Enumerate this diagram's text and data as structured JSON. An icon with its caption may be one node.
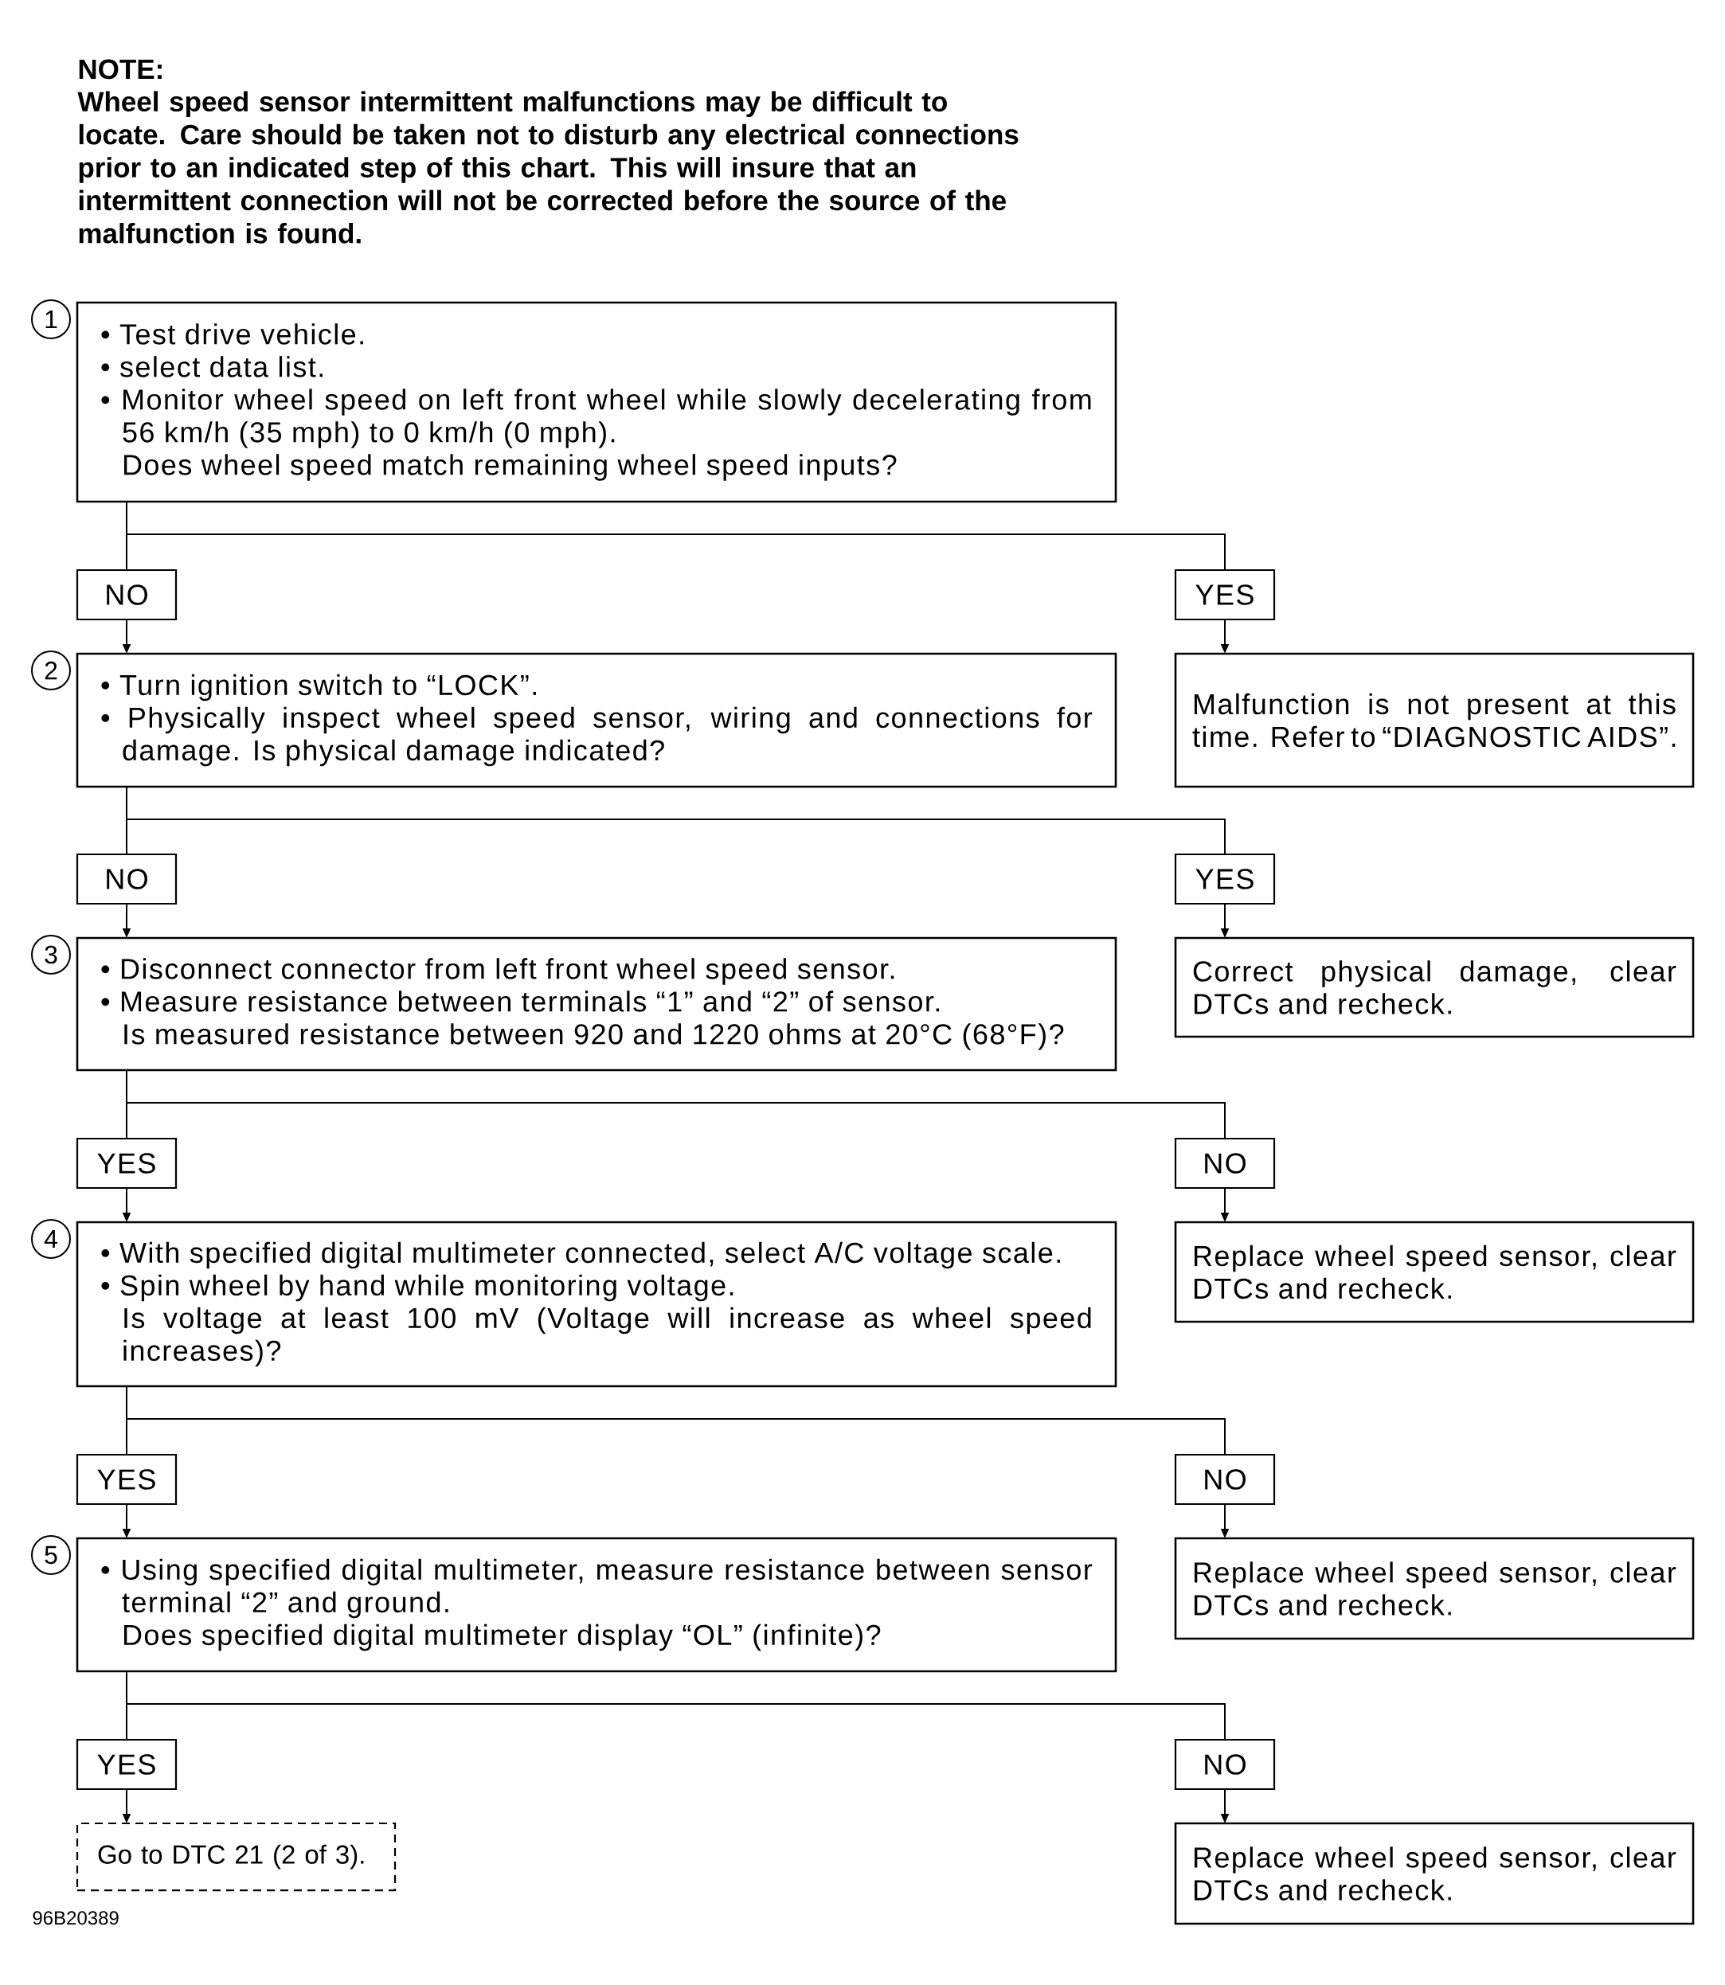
{
  "diagram": {
    "nodes": [
      {
        "text": [
          "• Test drive vehicle.",
          "• select data list.",
          "• Monitor wheel speed on left front wheel while slowly decelerating from 56 km/h (35 mph) to 0 km/h (0 mph).",
          "Does wheel speed match remaining wheel speed inputs?"
        ],
        "beside": [
          "1"
        ]
      },
      {
        "text": [
          "NO"
        ]
      },
      {
        "text": [
          "YES"
        ]
      },
      {
        "text": [
          "• Turn ignition switch to “LOCK”.",
          "• Physically inspect wheel speed sensor, wiring and connections for damage. Is physical damage indicated?"
        ],
        "beside": [
          "2"
        ]
      },
      {
        "text": [
          "Malfunction is not present at this time. Refer to “DIAGNOSTIC AIDS”."
        ]
      },
      {
        "text": [
          "NO"
        ]
      },
      {
        "text": [
          "YES"
        ]
      },
      {
        "text": [
          "• Disconnect connector from left front wheel speed sensor.",
          "• Measure resistance between terminals “1” and “2” of sensor.",
          "Is measured resistance between 920 and 1220 ohms at 20°C (68°F)?"
        ],
        "beside": [
          "3"
        ]
      },
      {
        "text": [
          "Correct physical damage, clear DTCs and recheck."
        ]
      },
      {
        "text": [
          "YES"
        ]
      },
      {
        "text": [
          "NO"
        ]
      },
      {
        "text": [
          "• With specified digital multimeter connected, select A/C voltage scale.",
          "• Spin wheel by hand while monitoring voltage.",
          "Is voltage at least 100 mV (Voltage will increase as wheel speed increases)?"
        ],
        "beside": [
          "4"
        ]
      },
      {
        "text": [
          "Replace wheel speed sensor, clear DTCs and recheck."
        ]
      },
      {
        "text": [
          "YES"
        ]
      },
      {
        "text": [
          "NO"
        ]
      },
      {
        "text": [
          "• Using specified digital multimeter, measure resistance between sensor terminal “2” and ground.",
          "Does specified digital multimeter display “OL” (infinite)?"
        ],
        "beside": [
          "5"
        ]
      },
      {
        "text": [
          "Replace wheel speed sensor, clear DTCs and recheck."
        ]
      },
      {
        "text": [
          "YES"
        ]
      },
      {
        "text": [
          "NO"
        ]
      },
      {
        "text": [
          "Go to DTC 21 (2 of 3)."
        ]
      },
      {
        "text": [
          "Replace wheel speed sensor, clear DTCs and recheck."
        ]
      }
    ],
    "edges": [
      {
        "from": 0,
        "to": 1,
        "arrow": "none"
      },
      {
        "from": 0,
        "to": 2,
        "arrow": "none"
      },
      {
        "from": 1,
        "to": 3,
        "arrow": "to"
      },
      {
        "from": 2,
        "to": 4,
        "arrow": "to"
      },
      {
        "from": 3,
        "to": 5,
        "arrow": "none"
      },
      {
        "from": 3,
        "to": 6,
        "arrow": "none"
      },
      {
        "from": 5,
        "to": 7,
        "arrow": "to"
      },
      {
        "from": 6,
        "to": 8,
        "arrow": "to"
      },
      {
        "from": 7,
        "to": 9,
        "arrow": "none"
      },
      {
        "from": 7,
        "to": 10,
        "arrow": "none"
      },
      {
        "from": 9,
        "to": 11,
        "arrow": "to"
      },
      {
        "from": 10,
        "to": 12,
        "arrow": "to"
      },
      {
        "from": 11,
        "to": 13,
        "arrow": "none"
      },
      {
        "from": 11,
        "to": 14,
        "arrow": "none"
      },
      {
        "from": 13,
        "to": 15,
        "arrow": "to"
      },
      {
        "from": 14,
        "to": 16,
        "arrow": "to"
      },
      {
        "from": 15,
        "to": 17,
        "arrow": "none"
      },
      {
        "from": 15,
        "to": 18,
        "arrow": "none"
      },
      {
        "from": 17,
        "to": 19,
        "arrow": "to"
      },
      {
        "from": 18,
        "to": 20,
        "arrow": "to"
      }
    ],
    "labels": [
      "NOTE:",
      "Wheel speed sensor intermittent malfunctions may be difficult to locate. Care should be taken not to disturb any electrical connections prior to an indicated step of this chart. This will insure that an intermittent connection will not be corrected before the source of the malfunction is found.",
      "96B20389"
    ]
  }
}
